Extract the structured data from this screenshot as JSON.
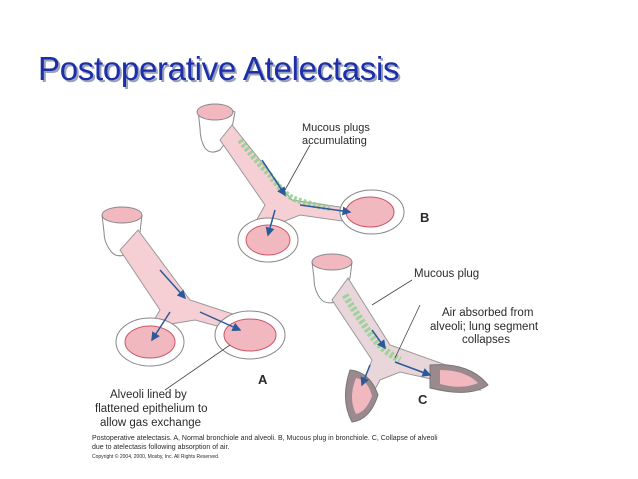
{
  "slide": {
    "title": "Postoperative Atelectasis"
  },
  "figure": {
    "label_b_note_line1": "Mucous plugs",
    "label_b_note_line2": "accumulating",
    "label_c_note": "Mucous plug",
    "label_c_note2_line1": "Air absorbed from",
    "label_c_note2_line2": "alveoli; lung segment",
    "label_c_note2_line3": "collapses",
    "label_a_note_line1": "Alveoli lined by",
    "label_a_note_line2": "flattened epithelium to",
    "label_a_note_line3": "allow gas exchange",
    "panel_a": "A",
    "panel_b": "B",
    "panel_c": "C",
    "caption_line1": "Postoperative atelectasis. A, Normal bronchiole and alveoli. B, Mucous plug in bronchiole. C, Collapse of alveoli",
    "caption_line2": "due to atelectasis following absorption of air.",
    "copyright": "Copyright © 2004, 2000, Mosby, Inc. All Rights Reserved."
  },
  "colors": {
    "title": "#1c2ea8",
    "tissue": "#f2b8c0",
    "airway": "#f6cfd4",
    "mucus": "#8fcf8f",
    "collapsed": "#9a8a8e"
  }
}
